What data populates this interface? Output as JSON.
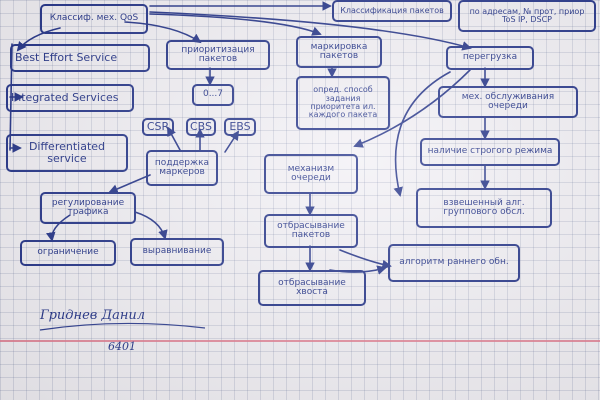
{
  "diagram": {
    "nodes": {
      "root": "Классиф. мех. QoS",
      "classification_top": "Классификация пакетов",
      "top_right_note": "по адресам, № прот, приор ToS IP, DSCP",
      "best_effort": "Best Effort Service",
      "integrated": "Integrated Services",
      "differentiated": "Differentiated service",
      "prioritization": "приоритизация пакетов",
      "prio_range": "0...7",
      "marking": "маркировка пакетов",
      "marking_desc": "опред. способ задания приоритета ил. каждого пакета",
      "congestion": "перегрузка",
      "service_queue": "мех. обслуживания очереди",
      "strict_regime": "наличие строгого режима",
      "weighted": "взвешенный алг. группового обсл.",
      "marker_support": "поддержка маркеров",
      "csr": "CSR",
      "cbs": "CBS",
      "ebs": "EBS",
      "traffic_regulation": "регулирование трафика",
      "shaping": "ограничение",
      "policing": "выравнивание",
      "queue_mech": "механизм очереди",
      "drop_packets": "отбрасывание пакетов",
      "drop_tail": "отбрасывание хвоста",
      "red": "алгоритм раннего обн."
    },
    "signature": "Гриднев Данил",
    "group": "6401"
  }
}
